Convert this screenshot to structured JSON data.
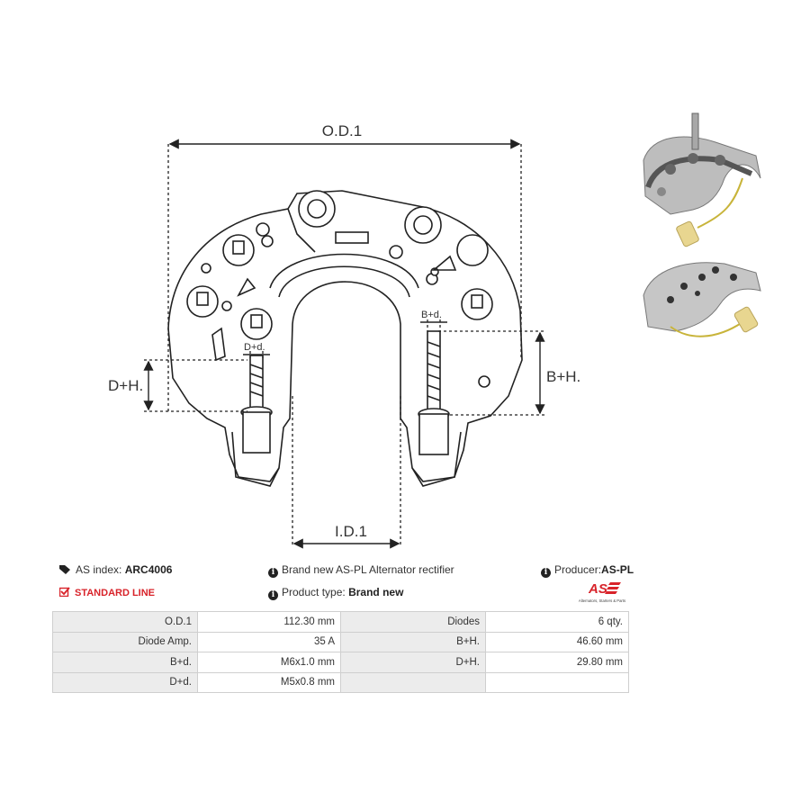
{
  "drawing": {
    "od_label": "O.D.1",
    "id_label": "I.D.1",
    "dh_label": "D+H.",
    "bh_label": "B+H.",
    "dd_label": "D+d.",
    "bd_label": "B+d."
  },
  "info": {
    "as_index_label": "AS index:",
    "as_index_value": "ARC4006",
    "standard_line": "STANDARD LINE",
    "description": "Brand new AS-PL Alternator rectifier",
    "product_type_label": "Product type:",
    "product_type_value": "Brand new",
    "producer_label": "Producer:",
    "producer_value": "AS-PL",
    "logo_text": "AS",
    "logo_tagline": "Alternators, Starters & Parts"
  },
  "specs": [
    {
      "l1": "O.D.1",
      "v1": "112.30 mm",
      "l2": "Diodes",
      "v2": "6 qty."
    },
    {
      "l1": "Diode Amp.",
      "v1": "35 A",
      "l2": "B+H.",
      "v2": "46.60 mm"
    },
    {
      "l1": "B+d.",
      "v1": "M6x1.0 mm",
      "l2": "D+H.",
      "v2": "29.80 mm"
    },
    {
      "l1": "D+d.",
      "v1": "M5x0.8 mm",
      "l2": "",
      "v2": ""
    }
  ],
  "colors": {
    "accent_red": "#d8232a",
    "label_bg": "#ececec",
    "border": "#cfcfcf"
  }
}
